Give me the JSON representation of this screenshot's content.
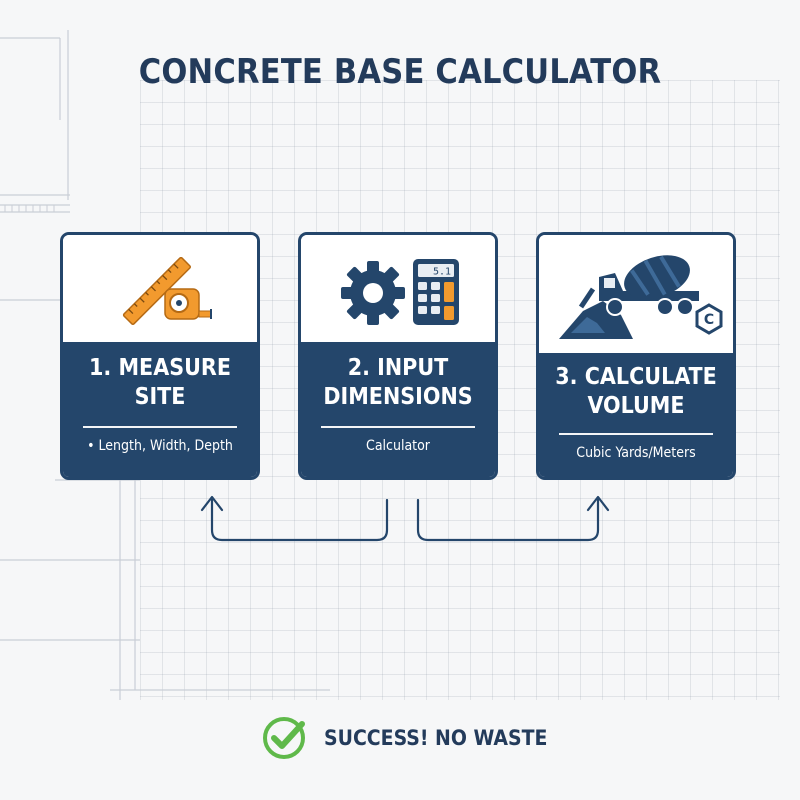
{
  "title": "CONCRETE BASE CALCULATOR",
  "steps": [
    {
      "heading_line1": "1. MEASURE",
      "heading_line2": "SITE",
      "detail": "•  Length, Width, Depth",
      "icon": "tape-measure-ruler-icon"
    },
    {
      "heading_line1": "2. INPUT",
      "heading_line2": "DIMENSIONS",
      "detail": "Calculator",
      "icon": "gear-calculator-icon"
    },
    {
      "heading_line1": "3. CALCULATE",
      "heading_line2": "VOLUME",
      "detail": "Cubic Yards/Meters",
      "icon": "concrete-mixer-truck-icon"
    }
  ],
  "calculator_display": "5.1",
  "concrete_badge": "C",
  "footer": {
    "text": "SUCCESS! NO WASTE",
    "icon": "check-circle-icon"
  },
  "colors": {
    "navy": "#24466b",
    "orange": "#f29a2e",
    "green": "#5fb94a",
    "background": "#f6f7f8"
  }
}
